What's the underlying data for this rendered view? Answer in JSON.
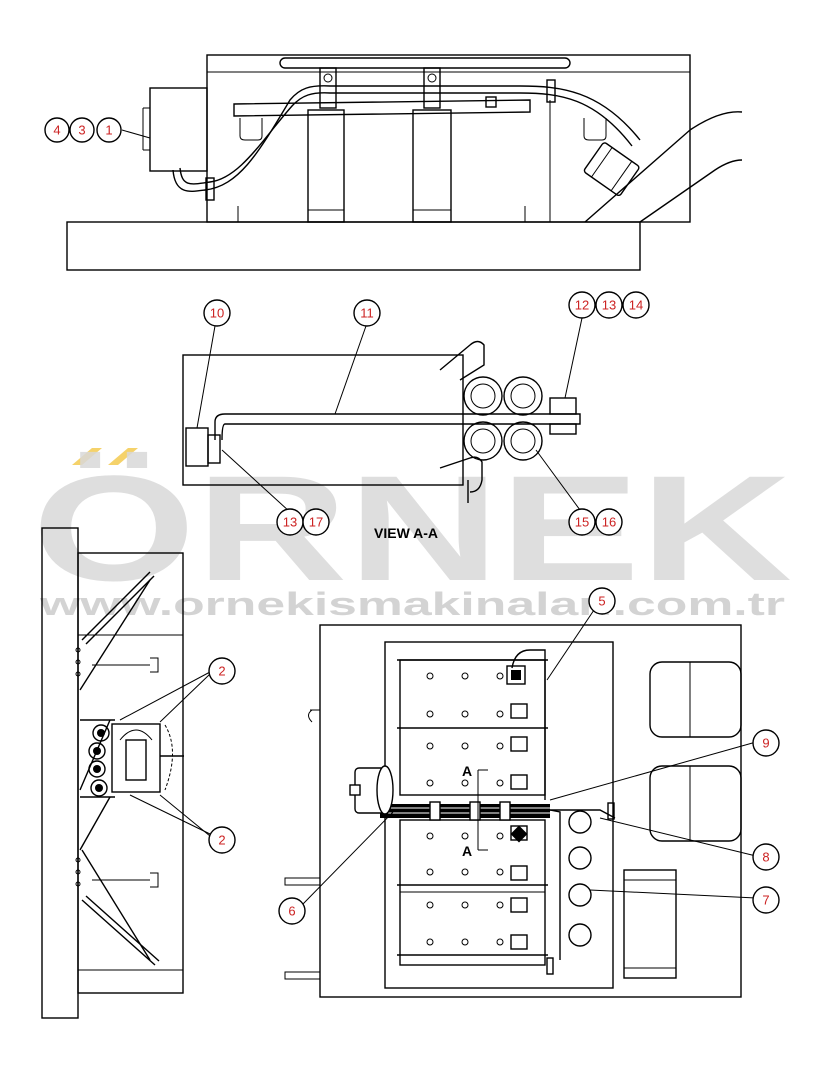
{
  "watermark": {
    "brand": "ÖRNEK",
    "url": "www.ornekismakinalari.com.tr",
    "color": "#d9d9d9",
    "accent": "#f5d26a"
  },
  "view_label": "VIEW A-A",
  "section_marker": "A",
  "callout_color": "#cc2222",
  "callouts": {
    "c1": "1",
    "c2a": "2",
    "c2b": "2",
    "c3": "3",
    "c4": "4",
    "c5": "5",
    "c6": "6",
    "c7": "7",
    "c8": "8",
    "c9": "9",
    "c10": "10",
    "c11": "11",
    "c12": "12",
    "c13a": "13",
    "c14": "14",
    "c15": "15",
    "c16": "16",
    "c17": "17"
  }
}
